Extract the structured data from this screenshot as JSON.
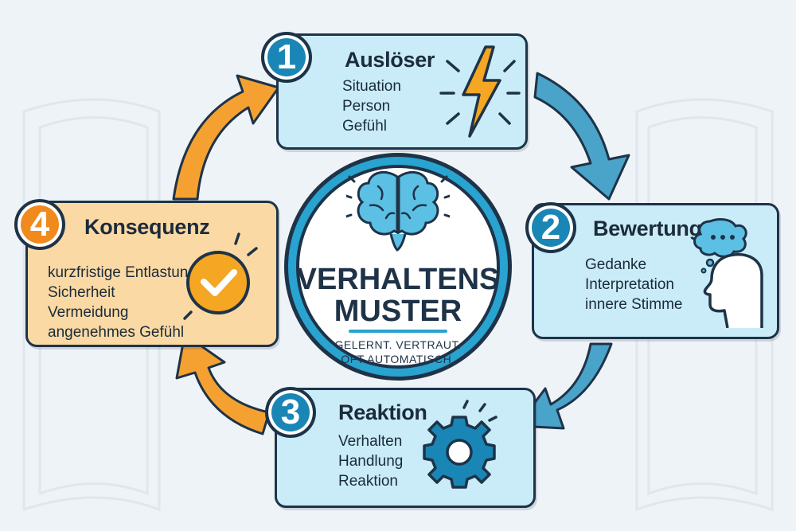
{
  "center": {
    "title_line1": "VERHALTENS",
    "title_line2": "MUSTER",
    "subtitle_line1": "GELERNT. VERTRAUT.",
    "subtitle_line2": "OFT AUTOMATISCH."
  },
  "steps": [
    {
      "number": "1",
      "title": "Auslöser",
      "items": [
        "Situation",
        "Person",
        "Gefühl"
      ],
      "icon": "lightning-icon",
      "color": "#1a86b5"
    },
    {
      "number": "2",
      "title": "Bewertung",
      "items": [
        "Gedanke",
        "Interpretation",
        "innere Stimme"
      ],
      "icon": "thinking-head-icon",
      "color": "#1a86b5"
    },
    {
      "number": "3",
      "title": "Reaktion",
      "items": [
        "Verhalten",
        "Handlung",
        "Reaktion"
      ],
      "icon": "gear-icon",
      "color": "#1a86b5"
    },
    {
      "number": "4",
      "title": "Konsequenz",
      "items": [
        "kurzfristige Entlastung",
        "Sicherheit",
        "Vermeidung",
        "angenehmes Gefühl"
      ],
      "icon": "checkmark-icon",
      "color": "#f08a1c"
    }
  ],
  "colors": {
    "blue": "#1a86b5",
    "orange": "#f5a132",
    "dark": "#1e3348",
    "box_blue": "#c9ecf8",
    "box_orange": "#fbd9a4"
  }
}
